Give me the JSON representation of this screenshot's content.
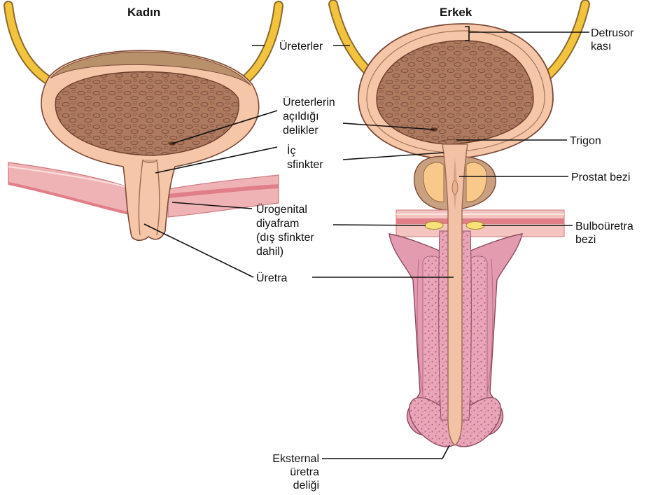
{
  "headings": {
    "female": "Kadın",
    "male": "Erkek"
  },
  "labels": {
    "ureters": "Üreterler",
    "detrusor": [
      "Detrusor",
      "kası"
    ],
    "ureter_openings": [
      "Üreterlerin",
      "açıldığı",
      "delikler"
    ],
    "internal_sphincter": [
      "İç",
      "sfinkter"
    ],
    "trigone": "Trigon",
    "prostate": "Prostat bezi",
    "urogenital_diaphragm": [
      "Ürogenital",
      "diyafram",
      "(dış sfinkter",
      "dahil)"
    ],
    "bulbourethral": [
      "Bulboüretra",
      "bezi"
    ],
    "urethra": "Üretra",
    "external_opening": [
      "Eksternal",
      "üretra",
      "deliği"
    ]
  },
  "colors": {
    "ureter_yellow": "#f2c33c",
    "bladder_wall": "#f6c6a8",
    "bladder_lumen": "#a8725a",
    "diaphragm_band": "#eaa0a4",
    "prostate": "#f9c98c",
    "erectile_tissue": "#e39bb0",
    "urethra": "#f3c2a4"
  }
}
